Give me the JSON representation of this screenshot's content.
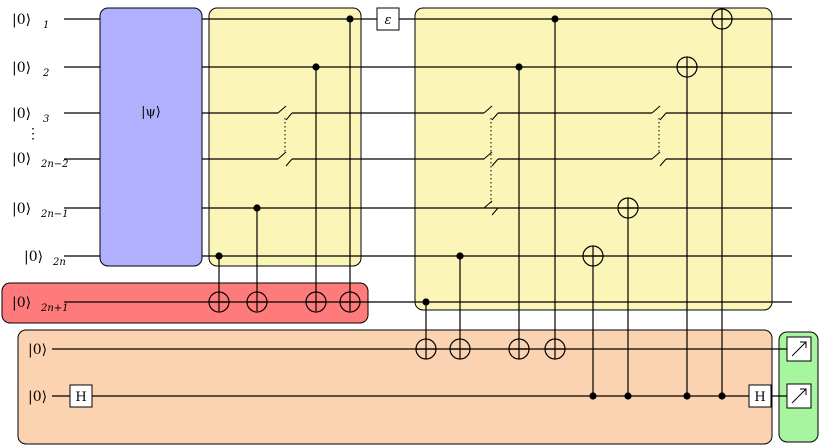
{
  "qubit_labels": [
    {
      "ket": "|0⟩",
      "sub": "1"
    },
    {
      "ket": "|0⟩",
      "sub": "2"
    },
    {
      "ket": "|0⟩",
      "sub": "3"
    },
    {
      "ket": "|0⟩",
      "sub": "2n−2"
    },
    {
      "ket": "|0⟩",
      "sub": "2n−1"
    },
    {
      "ket": "|0⟩",
      "sub": "2n"
    }
  ],
  "ancilla_label": {
    "ket": "|0⟩",
    "sub": "2n+1"
  },
  "probe_labels": [
    "|0⟩",
    "|0⟩"
  ],
  "vdots": "⋮",
  "psi_gate": "|ψ⟩",
  "epsilon_gate": "ε",
  "hadamard_label": "H",
  "colors": {
    "psi": "#b0b0ff",
    "yellow": "#fbf5b8",
    "red": "#ff7b7b",
    "orange": "#fbd3b0",
    "green": "#a8f5a0"
  }
}
